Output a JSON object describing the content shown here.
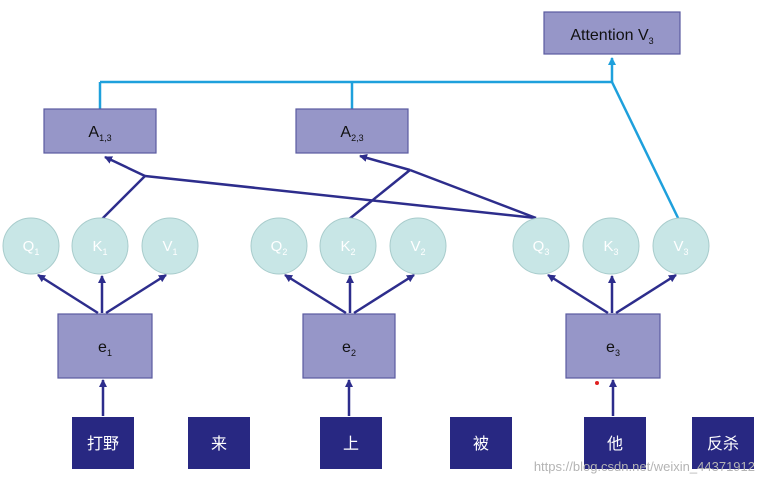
{
  "attention_box": {
    "label": "Attention V",
    "sub": "3"
  },
  "a_boxes": [
    {
      "label": "A",
      "sub": "1,3"
    },
    {
      "label": "A",
      "sub": "2,3"
    }
  ],
  "circles": [
    {
      "label": "Q",
      "sub": "1"
    },
    {
      "label": "K",
      "sub": "1"
    },
    {
      "label": "V",
      "sub": "1"
    },
    {
      "label": "Q",
      "sub": "2"
    },
    {
      "label": "K",
      "sub": "2"
    },
    {
      "label": "V",
      "sub": "2"
    },
    {
      "label": "Q",
      "sub": "3"
    },
    {
      "label": "K",
      "sub": "3"
    },
    {
      "label": "V",
      "sub": "3"
    }
  ],
  "embeddings": [
    {
      "label": "e",
      "sub": "1"
    },
    {
      "label": "e",
      "sub": "2"
    },
    {
      "label": "e",
      "sub": "3"
    }
  ],
  "tokens": [
    "打野",
    "来",
    "上",
    "被",
    "他",
    "反杀"
  ],
  "watermark": "https://blog.csdn.net/weixin_44371912",
  "colors": {
    "box_fill": "#9696c8",
    "box_stroke": "#5a5aa0",
    "circle_fill": "#c8e6e6",
    "arrow": "#2d2d8c",
    "highlight": "#1ea0dc",
    "token_fill": "#282882"
  }
}
